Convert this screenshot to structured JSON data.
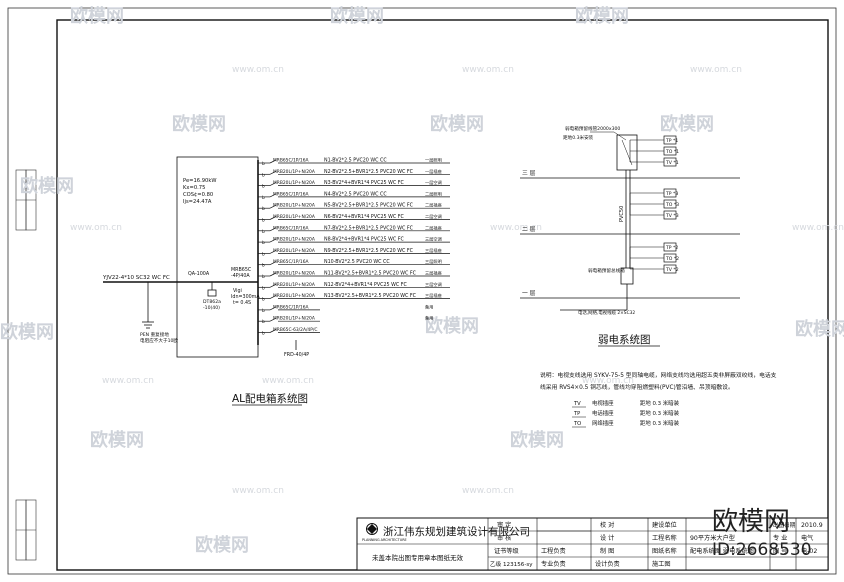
{
  "watermark": {
    "brand": "欧模网",
    "url": "www.om.cn"
  },
  "al_panel": {
    "title": "AL配电箱系统图",
    "params": [
      "Pe=16.90kW",
      "Kx=0.75",
      "COS¢=0.80",
      "Ijs=24.47A"
    ],
    "incoming_cable": "YJV22-4*10 SC32 WC FC",
    "main_switch": "QA-100A",
    "spd": "DT862a -10(40)",
    "breaker_spec": [
      "MRB65C",
      "-4P/40A",
      "Vigi",
      "Idn=300mA",
      "t= 0.4S"
    ],
    "pen_note": [
      "PEN 重复接地",
      "电阻应不大于10欧"
    ],
    "spare_label": "FRD-40/4P",
    "circuits": [
      {
        "breaker": "MRB65C/1P/16A",
        "cable": "N1-BV2*2.5 PVC20 WC CC",
        "use": "一层照明"
      },
      {
        "breaker": "MRB20L/1P+N/20A",
        "cable": "N2-BV2*2.5+BVR1*2.5 PVC20 WC FC",
        "use": "一层插座"
      },
      {
        "breaker": "MRB20L/1P+N/20A",
        "cable": "N3-BV2*4+BVR1*4 PVC25 WC FC",
        "use": "一层空调"
      },
      {
        "breaker": "MRB65C/1P/16A",
        "cable": "N4-BV2*2.5 PVC20 WC CC",
        "use": "二层照明"
      },
      {
        "breaker": "MRB20L/1P+N/20A",
        "cable": "N5-BV2*2.5+BVR1*2.5 PVC20 WC FC",
        "use": "二层插座"
      },
      {
        "breaker": "MRB20L/1P+N/20A",
        "cable": "N6-BV2*4+BVR1*4 PVC25 WC FC",
        "use": "二层空调"
      },
      {
        "breaker": "MRB65C/1P/16A",
        "cable": "N7-BV2*2.5+BVR1*2.5 PVC20 WC FC",
        "use": "二层插座"
      },
      {
        "breaker": "MRB20L/1P+N/20A",
        "cable": "N8-BV2*4+BVR1*4 PVC25 WC FC",
        "use": "三层空调"
      },
      {
        "breaker": "MRB20L/1P+N/20A",
        "cable": "N9-BV2*2.5+BVR1*2.5 PVC20 WC FC",
        "use": "三层插座"
      },
      {
        "breaker": "MRB65C/1P/16A",
        "cable": "N10-BV2*2.5 PVC20 WC CC",
        "use": "三层照明"
      },
      {
        "breaker": "MRB20L/1P+N/20A",
        "cable": "N11-BV2*2.5+BVR1*2.5 PVC20 WC FC",
        "use": "三层插座"
      },
      {
        "breaker": "MRB20L/1P+N/20A",
        "cable": "N12-BV2*4+BVR1*4 PVC25 WC FC",
        "use": "三层空调"
      },
      {
        "breaker": "MRB20L/1P+N/20A",
        "cable": "N13-BV2*2.5+BVR1*2.5 PVC20 WC FC",
        "use": "三层插座"
      },
      {
        "breaker": "MRB65C/1P/16A",
        "cable": "",
        "use": "备用"
      },
      {
        "breaker": "MRB20L/1P+N/20A",
        "cable": "",
        "use": "备用"
      },
      {
        "breaker": "MRB65C-63/2A/4P/C",
        "cable": "",
        "use": ""
      }
    ]
  },
  "weak_system": {
    "title": "弱电系统图",
    "top_note": [
      "弱电箱预留线管2000x300",
      "距地0.3米安装"
    ],
    "bottom_note": "弱电箱预留总线箱",
    "floors": [
      "三 层",
      "二 层",
      "一 层"
    ],
    "riser_label": "PVC50",
    "incoming": "电话,网络,电视线缆 2×SC32",
    "outlets": [
      "TP *1",
      "TO *1",
      "TV *1",
      "TP *3",
      "TO *3",
      "TV *3",
      "TP *2",
      "TO *2",
      "TV *2"
    ]
  },
  "notes": {
    "line1": "说明：电视支线选用 SYKV-75-5 型同轴电缆，网络支线均选用超五类非屏蔽双绞线，电话支",
    "line2": "线采用 RVS4×0.5 铜芯线，管线均穿阻燃塑料(PVC)管沿墙、吊顶暗敷设。",
    "legend": [
      {
        "symbol": "TV",
        "name": "电视插座",
        "height": "距地 0.3 米暗装"
      },
      {
        "symbol": "TP",
        "name": "电话插座",
        "height": "距地 0.3 米暗装"
      },
      {
        "symbol": "TO",
        "name": "网络插座",
        "height": "距地 0.3 米暗装"
      }
    ]
  },
  "title_block": {
    "company": "浙江伟东规划建筑设计有限公司",
    "company_en": "PLANNING ARCHITECTURE",
    "disclaimer": "未盖本院出图专用章本图纸无效",
    "cert_label": "证书等级",
    "cert_value": "乙级 123156-sy",
    "cells": {
      "shending": "审 定",
      "shenhe": "审 核",
      "xiaodui": "校 对",
      "sheji": "设 计",
      "zhitu": "制 图",
      "fuze": "负 责",
      "gongcheng_fuze": "工程负责",
      "zhuanye_fuze": "专业负责",
      "sheji_fuze": "设计负责",
      "shigong": "施工图",
      "jianshe": "建设单位",
      "gongchengming": "工程名称",
      "tuzhi": "图纸名称",
      "tuhao": "图 号",
      "riqi": "出图日期",
      "zhuanye": "专 业"
    },
    "project_name": "90平方米大户型",
    "drawing_name": "配电系统图    弱电系统图",
    "date": "2010.9",
    "sheet_no": "电-02",
    "discipline": "电气"
  },
  "corner_brand": {
    "name": "欧模网",
    "id": "ID:2668530"
  }
}
